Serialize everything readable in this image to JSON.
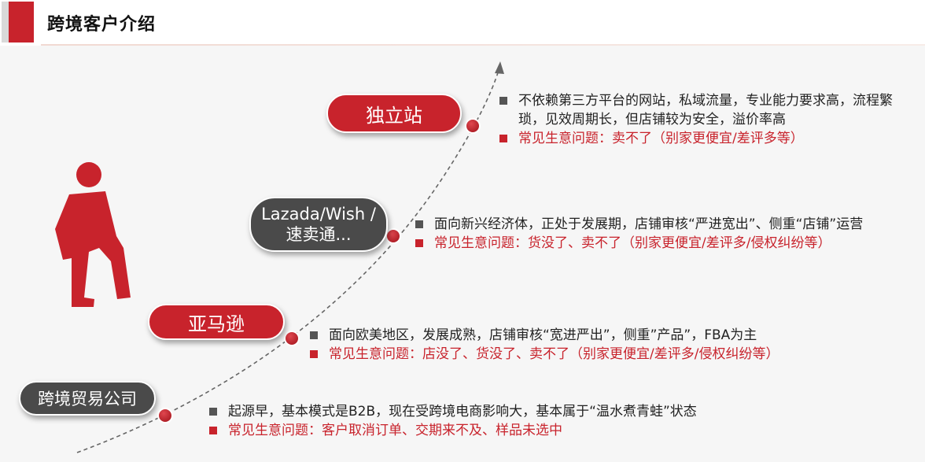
{
  "header": {
    "title": "跨境客户介绍"
  },
  "colors": {
    "accent": "#c8232c",
    "dark_pill": "#4a4a4a",
    "bullet_gray": "#555555"
  },
  "icons": [
    "walking-person-icon",
    "dashed-arrow-curve-icon"
  ],
  "stages": [
    {
      "label": "独立站",
      "bullets": [
        "不依赖第三方平台的网站，私域流量，专业能力要求高，流程繁琐，见效周期长，但店铺较为安全，溢价率高",
        "常见生意问题：卖不了（别家更便宜/差评多等）"
      ]
    },
    {
      "label": "Lazada/Wish /速卖通...",
      "bullets": [
        "面向新兴经济体，正处于发展期，店铺审核“严进宽出”、侧重“店铺”运营",
        "常见生意问题：货没了、卖不了（别家更便宜/差评多/侵权纠纷等）"
      ]
    },
    {
      "label": "亚马逊",
      "bullets": [
        "面向欧美地区，发展成熟，店铺审核“宽进严出”，侧重”产品”，FBA为主",
        "常见生意问题：店没了、货没了、卖不了（别家更便宜/差评多/侵权纠纷等）"
      ]
    },
    {
      "label": "跨境贸易公司",
      "bullets": [
        "起源早，基本模式是B2B，现在受跨境电商影响大，基本属于“温水煮青蛙”状态",
        "常见生意问题：客户取消订单、交期来不及、样品未选中"
      ]
    }
  ]
}
